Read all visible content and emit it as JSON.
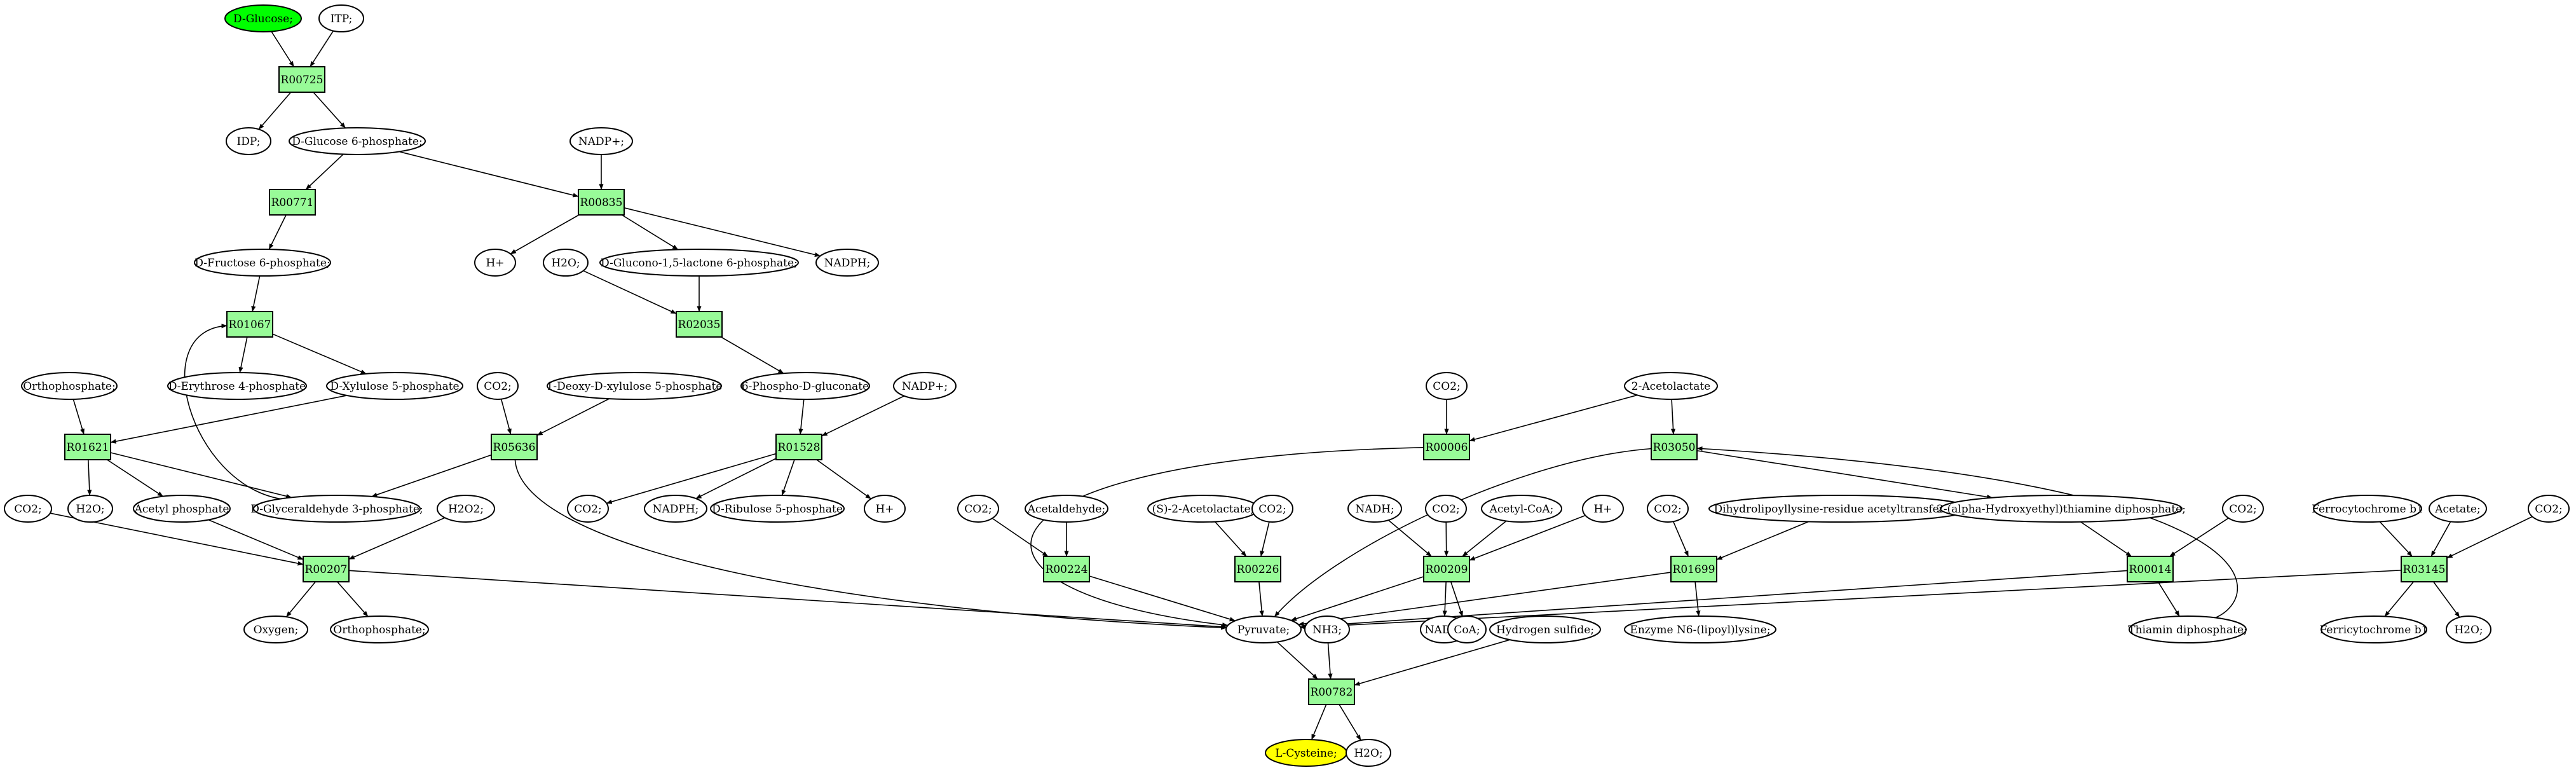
{
  "colors": {
    "reaction_fill": "#98fb98",
    "source_fill": "#00ff00",
    "target_fill": "#ffff00",
    "compound_fill": "#ffffff",
    "stroke": "#000000"
  },
  "nodes": {
    "c_dglucose": "D-Glucose;",
    "c_itp": "ITP;",
    "r_R00725": "R00725",
    "c_idp": "IDP;",
    "c_g6p": "D-Glucose 6-phosphate;",
    "c_nadp1": "NADP+;",
    "r_R00771": "R00771",
    "r_R00835": "R00835",
    "c_hplus1": "H+",
    "c_h2o_1": "H2O;",
    "c_gluconolactone": "D-Glucono-1,5-lactone 6-phosphate;",
    "c_nadph1": "NADPH;",
    "c_f6p": "D-Fructose 6-phosphate;",
    "r_R02035": "R02035",
    "r_R01067": "R01067",
    "c_e4p": "D-Erythrose 4-phosphate",
    "c_x5p": "D-Xylulose 5-phosphate",
    "c_orthophosphate1": "Orthophosphate;",
    "c_co2_1": "CO2;",
    "c_dx5p": "1-Deoxy-D-xylulose 5-phosphate",
    "c_6pg": "6-Phospho-D-gluconate",
    "c_nadp2": "NADP+;",
    "r_R01621": "R01621",
    "r_R05636": "R05636",
    "r_R01528": "R01528",
    "c_h2o_2": "H2O;",
    "c_acetylphosphate": "Acetyl phosphate",
    "c_gap": "D-Glyceraldehyde 3-phosphate;",
    "c_co2_2": "CO2;",
    "c_nadph2": "NADPH;",
    "c_ribulose": "D-Ribulose 5-phosphate",
    "c_hplus2": "H+",
    "c_co2_3": "CO2;",
    "c_h2o2": "H2O2;",
    "r_R00207": "R00207",
    "c_oxygen": "Oxygen;",
    "c_orthophosphate2": "Orthophosphate;",
    "c_co2_4": "CO2;",
    "c_acetolactate": "2-Acetolactate",
    "r_R00006": "R00006",
    "r_R03050": "R03050",
    "c_co2_5": "CO2;",
    "c_acetaldehyde": "Acetaldehyde;",
    "c_s2acetolactate": "(S)-2-Acetolactate;",
    "c_co2_6": "CO2;",
    "r_R00224": "R00224",
    "r_R00226": "R00226",
    "c_nadh": "NADH;",
    "c_co2_7": "CO2;",
    "c_acetylcoa": "Acetyl-CoA;",
    "c_hplus3": "H+",
    "r_R00209": "R00209",
    "c_co2_8": "CO2;",
    "c_dihydrolipoyl": "Dihydrolipoyllysine-residue acetyltransferase;",
    "r_R01699": "R01699",
    "c_hydroxyethylthiamine": "2-(alpha-Hydroxyethyl)thiamine diphosphate;",
    "c_co2_9": "CO2;",
    "r_R00014": "R00014",
    "c_ferrocytochrome": "Ferrocytochrome b1",
    "c_acetate": "Acetate;",
    "c_co2_10": "CO2;",
    "r_R03145": "R03145",
    "c_pyruvate": "Pyruvate;",
    "c_nh3": "NH3;",
    "c_h2s": "Hydrogen sulfide;",
    "c_nadplus": "NAD+;",
    "c_coa": "CoA;",
    "c_enzymeN6": "Enzyme N6-(lipoyl)lysine;",
    "c_thiamin": "Thiamin diphosphate;",
    "c_ferricytochrome": "Ferricytochrome b1",
    "c_h2o_3": "H2O;",
    "r_R00782": "R00782",
    "c_lcysteine": "L-Cysteine;",
    "c_h2o_4": "H2O;"
  }
}
